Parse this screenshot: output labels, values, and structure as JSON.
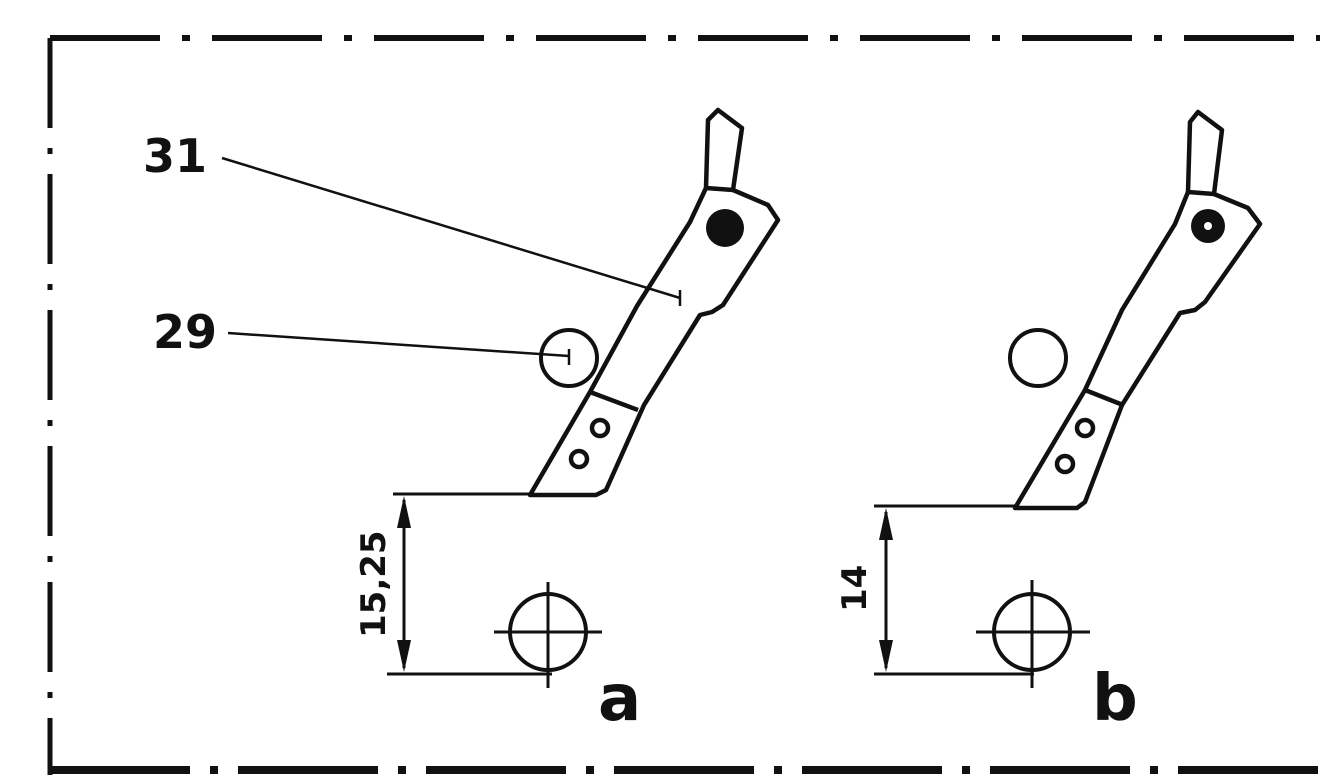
{
  "callouts": {
    "part_31": "31",
    "part_29": "29"
  },
  "dimensions": {
    "view_a": "15,25",
    "view_b": "14"
  },
  "views": {
    "a": "a",
    "b": "b"
  }
}
